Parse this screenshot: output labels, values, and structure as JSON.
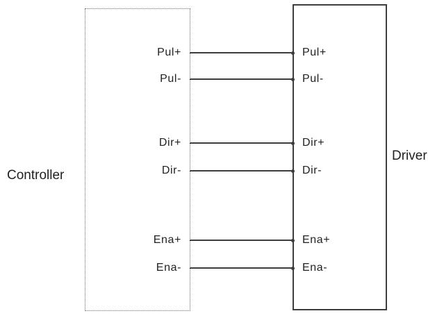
{
  "diagram": {
    "controller": {
      "label": "Controller"
    },
    "driver": {
      "label": "Driver"
    },
    "signals": [
      {
        "name": "Pul+"
      },
      {
        "name": "Pul-"
      },
      {
        "name": "Dir+"
      },
      {
        "name": "Dir-"
      },
      {
        "name": "Ena+"
      },
      {
        "name": "Ena-"
      }
    ],
    "colors": {
      "line": "#3d3d3d",
      "text": "#231f20",
      "background": "#ffffff"
    }
  }
}
